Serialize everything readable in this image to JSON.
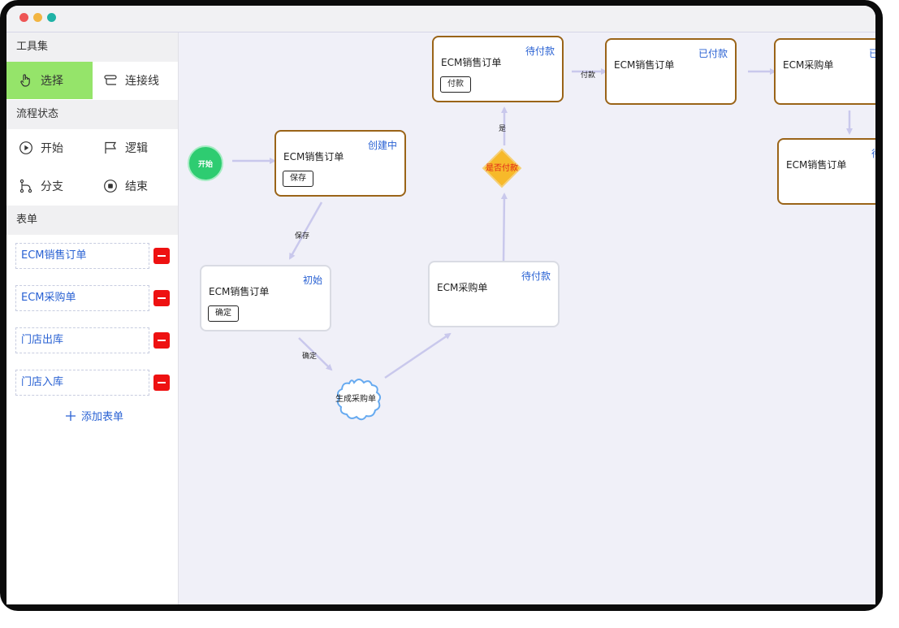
{
  "window": {
    "traffic_lights": [
      "#ee5555",
      "#f2b542",
      "#1fb2a6"
    ]
  },
  "sidebar": {
    "toolset_title": "工具集",
    "tools": [
      {
        "label": "选择",
        "icon": "pointer-hand-icon",
        "active": true
      },
      {
        "label": "连接线",
        "icon": "connector-icon",
        "active": false
      }
    ],
    "flow_state_title": "流程状态",
    "states": [
      {
        "label": "开始",
        "icon": "play-circle-icon"
      },
      {
        "label": "逻辑",
        "icon": "flag-icon"
      },
      {
        "label": "分支",
        "icon": "branch-icon"
      },
      {
        "label": "结束",
        "icon": "stop-circle-icon"
      }
    ],
    "forms_title": "表单",
    "forms": [
      "ECM销售订单",
      "ECM采购单",
      "门店出库",
      "门店入库"
    ],
    "add_form_label": "添加表单",
    "active_tool_color": "#95e46a",
    "link_color": "#2a62d3",
    "delete_color": "#ee1111"
  },
  "canvas": {
    "start_label": "开始",
    "nodes": [
      {
        "title": "ECM销售订单",
        "status": "创建中",
        "button": "保存",
        "style": "brown"
      },
      {
        "title": "ECM销售订单",
        "status": "初始",
        "button": "确定",
        "style": "gray"
      },
      {
        "title": "ECM采购单",
        "status": "待付款",
        "button": "",
        "style": "gray"
      },
      {
        "title": "ECM销售订单",
        "status": "待付款",
        "button": "付款",
        "style": "brown"
      },
      {
        "title": "ECM销售订单",
        "status": "已付款",
        "button": "",
        "style": "brown"
      },
      {
        "title": "ECM采购单",
        "status": "已",
        "button": "",
        "style": "brown"
      },
      {
        "title": "ECM销售订单",
        "status": "待",
        "button": "",
        "style": "brown"
      }
    ],
    "decision_label": "是否付款",
    "action_label": "生成采购单",
    "edge_labels": [
      "保存",
      "确定",
      "是",
      "付款"
    ],
    "edge_color": "#c9c8ec",
    "node_border_color": "#9a6418",
    "decision_color": "#f7b92a",
    "decision_text_color": "#e0241a"
  }
}
